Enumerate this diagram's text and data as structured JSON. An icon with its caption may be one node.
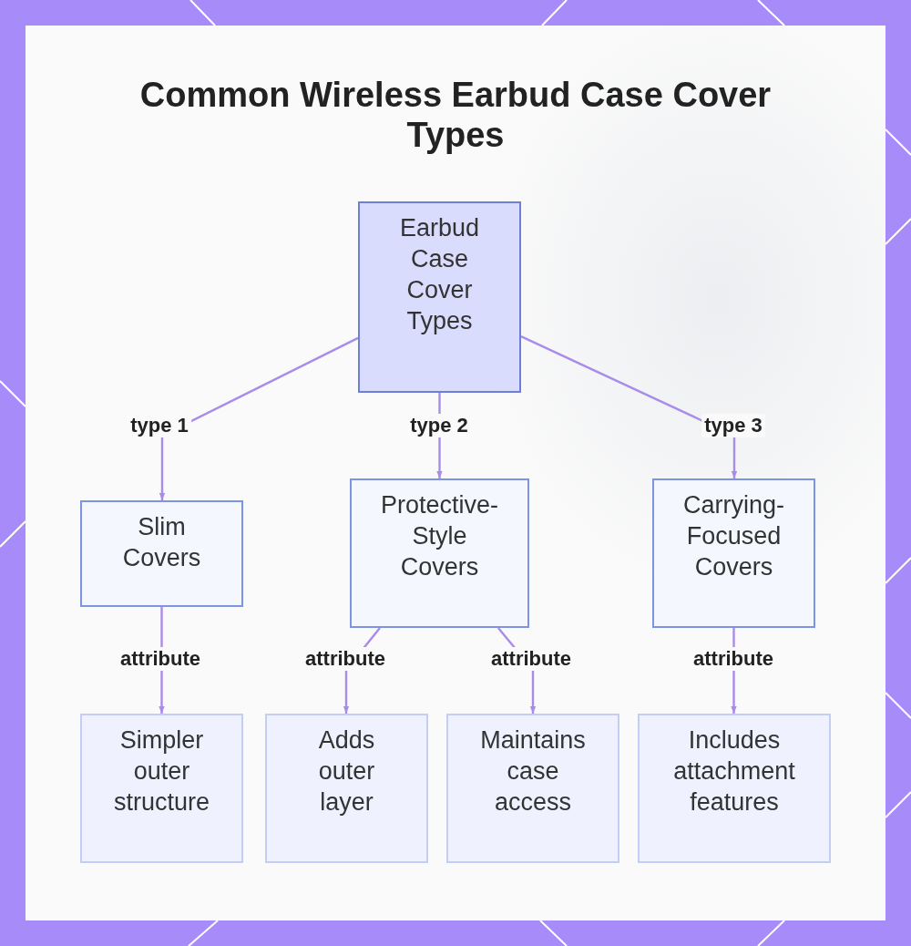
{
  "diagram": {
    "title": "Common Wireless Earbud Case Cover Types",
    "nodes": [
      {
        "text": [
          "Earbud Case Cover Types"
        ]
      },
      {
        "text": [
          "Slim Covers"
        ]
      },
      {
        "text": [
          "Protective-Style Covers"
        ]
      },
      {
        "text": [
          "Carrying-Focused Covers"
        ]
      },
      {
        "text": [
          "Simpler outer structure"
        ]
      },
      {
        "text": [
          "Adds outer layer"
        ]
      },
      {
        "text": [
          "Maintains case access"
        ]
      },
      {
        "text": [
          "Includes attachment features"
        ]
      }
    ],
    "edges": [
      {
        "from": 0,
        "to": 1,
        "arrow": "to",
        "label": "type 1"
      },
      {
        "from": 0,
        "to": 2,
        "arrow": "to",
        "label": "type 2"
      },
      {
        "from": 0,
        "to": 3,
        "arrow": "to",
        "label": "type 3"
      },
      {
        "from": 1,
        "to": 4,
        "arrow": "to",
        "label": "attribute"
      },
      {
        "from": 2,
        "to": 5,
        "arrow": "to",
        "label": "attribute"
      },
      {
        "from": 2,
        "to": 6,
        "arrow": "to",
        "label": "attribute"
      },
      {
        "from": 3,
        "to": 7,
        "arrow": "to",
        "label": "attribute"
      }
    ]
  }
}
